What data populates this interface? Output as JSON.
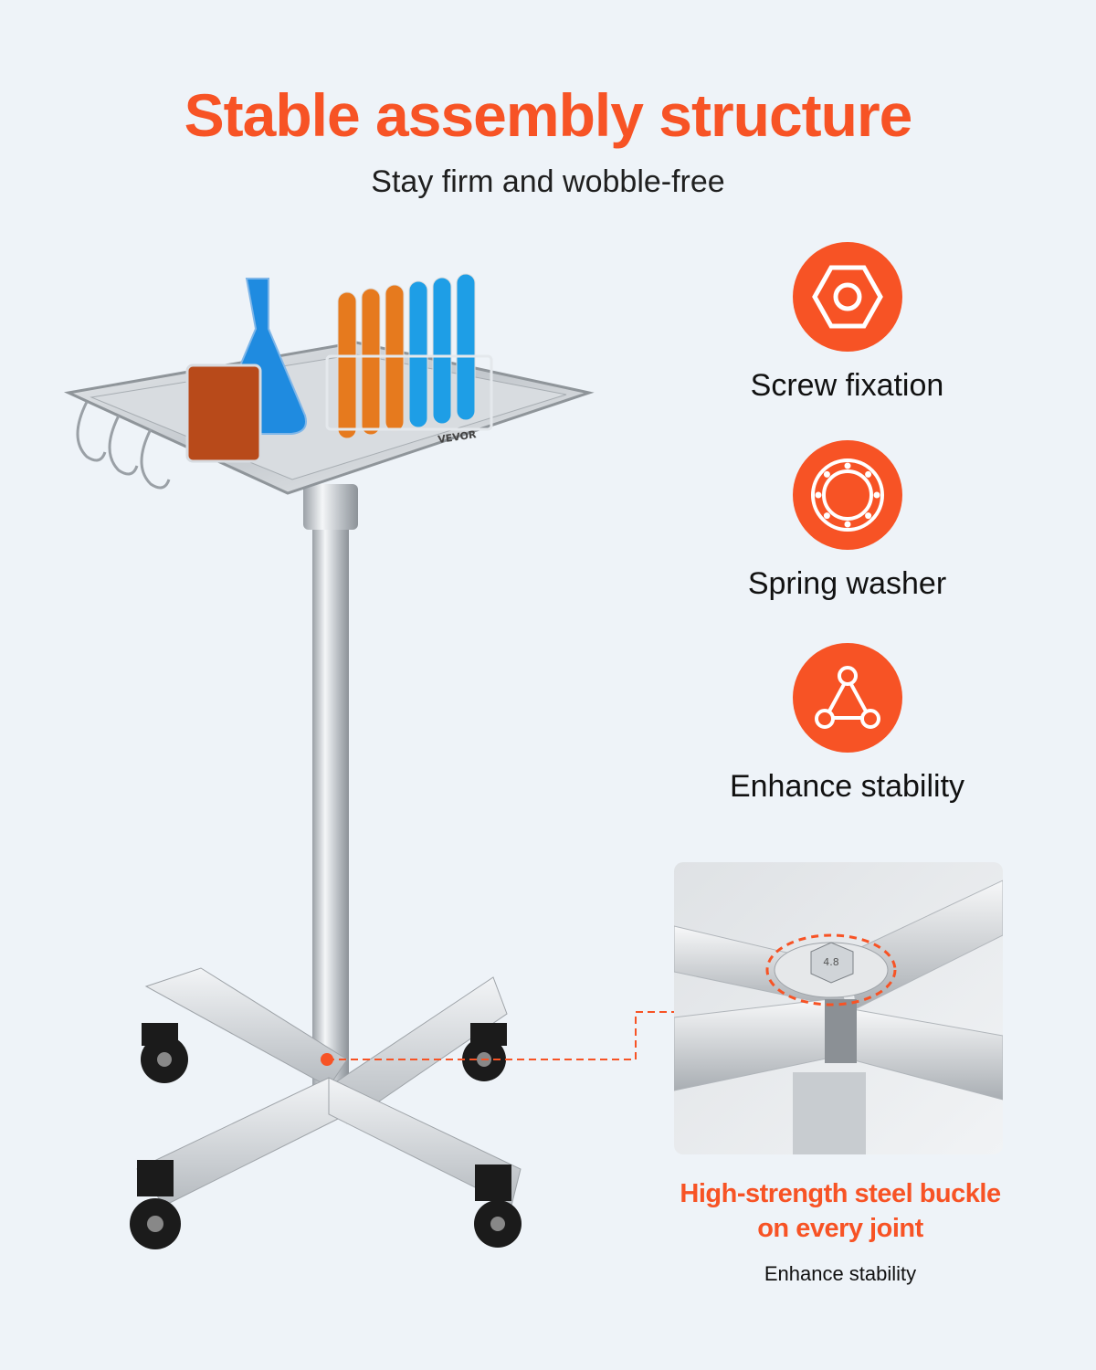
{
  "header": {
    "title": "Stable assembly structure",
    "subtitle": "Stay firm and wobble-free"
  },
  "features": [
    {
      "icon": "hex-nut-icon",
      "label": "Screw fixation"
    },
    {
      "icon": "spring-washer-icon",
      "label": "Spring washer"
    },
    {
      "icon": "triangle-nodes-icon",
      "label": "Enhance stability"
    }
  ],
  "product": {
    "brand_mark": "VEVOR"
  },
  "detail": {
    "bolt_marking": "4.8",
    "highlight_line1": "High-strength steel buckle",
    "highlight_line2": "on every joint",
    "caption": "Enhance stability"
  },
  "colors": {
    "accent": "#f75325",
    "background": "#eef3f8",
    "steel": "#c9ccd0"
  }
}
